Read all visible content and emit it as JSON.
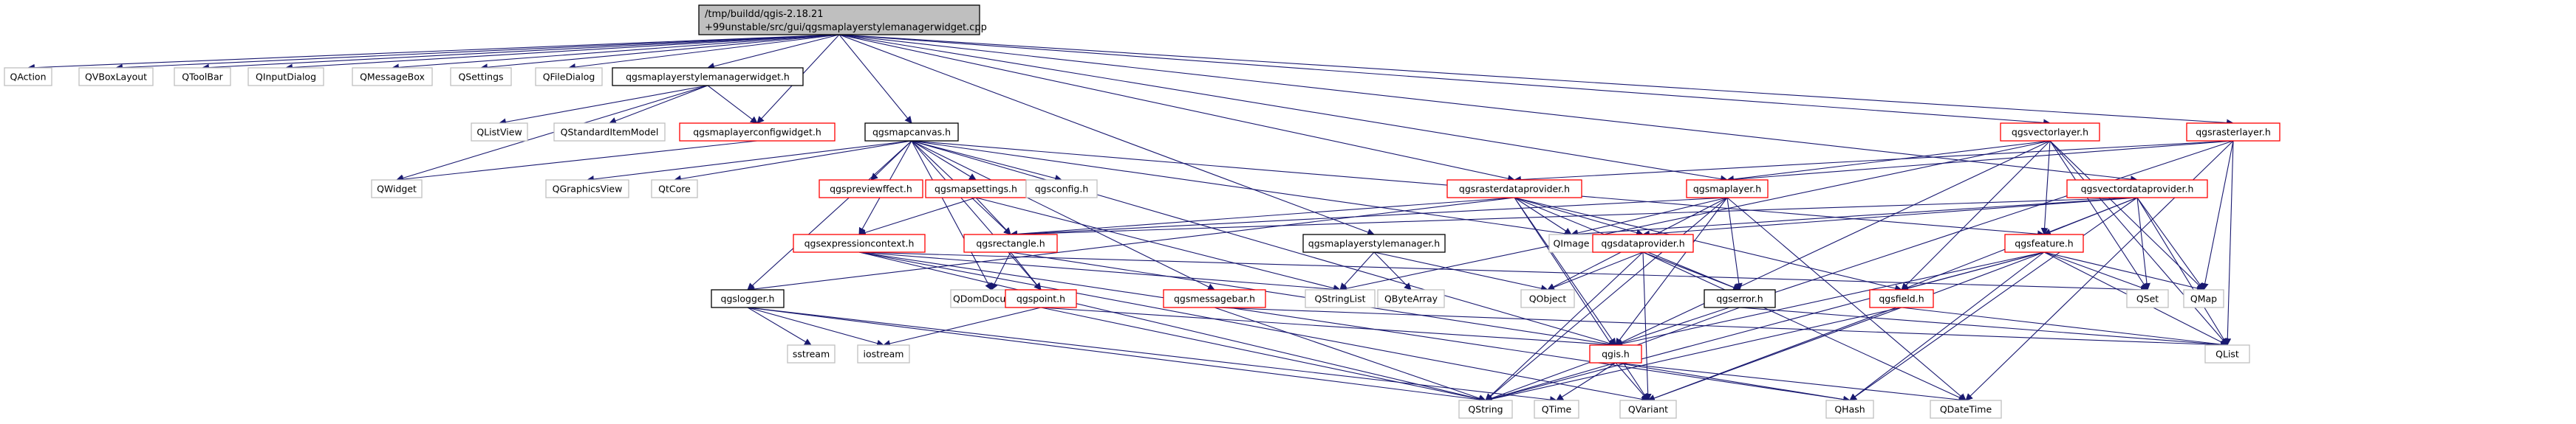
{
  "diagram": {
    "title_line1": "/tmp/buildd/qgis-2.18.21",
    "title_line2": "+99unstable/src/gui/qgsmaplayerstylemanagerwidget.cpp",
    "colors": {
      "edge": "#191970",
      "root_fill": "#bfbfbf",
      "plain_border": "#bfbfbf",
      "doc_border": "#000000",
      "link_border": "#ff0000"
    },
    "nodes": {
      "root": "/tmp/buildd/qgis-2.18.21 +99unstable/src/gui/qgsmaplayerstylemanagerwidget.cpp",
      "qaction": "QAction",
      "qvboxlayout": "QVBoxLayout",
      "qtoolbar": "QToolBar",
      "qinputdialog": "QInputDialog",
      "qmessagebox": "QMessageBox",
      "qsettings": "QSettings",
      "qfiledialog": "QFileDialog",
      "stylemanagerwidget_h": "qgsmaplayerstylemanagerwidget.h",
      "qlistview": "QListView",
      "qstandarditemmodel": "QStandardItemModel",
      "qgsmaplayerconfigwidget_h": "qgsmaplayerconfigwidget.h",
      "qwidget": "QWidget",
      "qgsmapcanvas_h": "qgsmapcanvas.h",
      "qgraphicsview": "QGraphicsView",
      "qtcore": "QtCore",
      "qgspreviewffect_h": "qgspreviewffect.h",
      "qgsmapsettings_h": "qgsmapsettings.h",
      "qgsconfig_h": "qgsconfig.h",
      "qgsrasterdataprovider_h": "qgsrasterdataprovider.h",
      "qgsmaplayer_h": "qgsmaplayer.h",
      "qgsvectorlayer_h": "qgsvectorlayer.h",
      "qgsrasterlayer_h": "qgsrasterlayer.h",
      "qgsvectordataprovider_h": "qgsvectordataprovider.h",
      "qgsexpressioncontext_h": "qgsexpressioncontext.h",
      "qgsrectangle_h": "qgsrectangle.h",
      "qimage": "QImage",
      "qgsmaplayerstylemanager_h": "qgsmaplayerstylemanager.h",
      "qgsdataprovider_h": "qgsdataprovider.h",
      "qgsfeature_h": "qgsfeature.h",
      "qgslogger_h": "qgslogger.h",
      "qdomdocument": "QDomDocument",
      "qgspoint_h": "qgspoint.h",
      "qgsmessagebar_h": "qgsmessagebar.h",
      "qstringlist": "QStringList",
      "qbytearray": "QByteArray",
      "qobject": "QObject",
      "qgserror_h": "qgserror.h",
      "qgsfield_h": "qgsfield.h",
      "qset": "QSet",
      "qmap": "QMap",
      "sstream": "sstream",
      "iostream": "iostream",
      "qgis_h": "qgis.h",
      "qlist": "QList",
      "qstring": "QString",
      "qtime": "QTime",
      "qvariant": "QVariant",
      "qhash": "QHash",
      "qdatetime": "QDateTime"
    }
  }
}
